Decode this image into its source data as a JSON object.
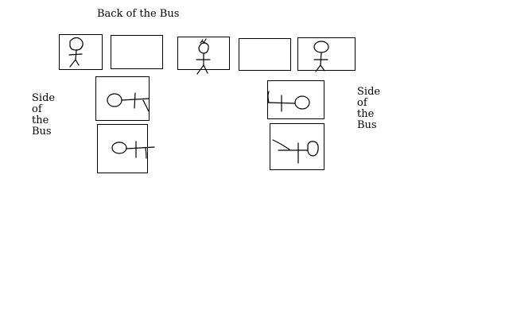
{
  "labels": {
    "back": "Back of the Bus",
    "side_left": "Side\nof\nthe\nBus",
    "side_right": "Side\nof\nthe\nBus"
  },
  "seats": {
    "back_row": [
      "occupied",
      "empty",
      "occupied",
      "empty",
      "occupied"
    ],
    "left_side": [
      "occupied",
      "occupied"
    ],
    "right_side": [
      "occupied",
      "occupied"
    ]
  },
  "colors": {
    "ink": "#000000",
    "background": "#ffffff"
  }
}
